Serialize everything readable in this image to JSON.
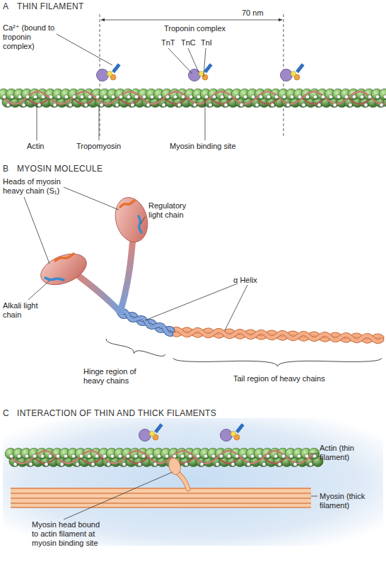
{
  "diagram": {
    "labels": [
      "A",
      "THIN FILAMENT",
      "70 nm",
      "Ca²⁺ (bound to troponin complex)",
      "Troponin complex",
      "TnT",
      "TnC",
      "TnI",
      "Actin",
      "Tropomyosin",
      "Myosin binding site",
      "B",
      "MYOSIN MOLECULE",
      "Heads of myosin heavy chain (S₁)",
      "Regulatory light chain",
      "Alkali light chain",
      "α Helix",
      "Hinge region of heavy chains",
      "Tail region of heavy chains",
      "C",
      "INTERACTION OF THIN AND THICK FILAMENTS",
      "Actin (thin filament)",
      "Myosin (thick filament)",
      "Myosin head bound to actin filament at myosin binding site"
    ]
  }
}
